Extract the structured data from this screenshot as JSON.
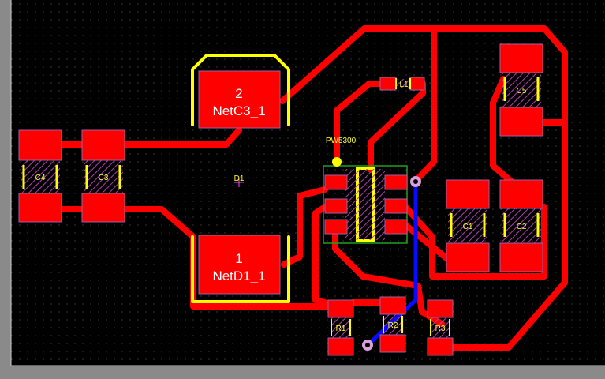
{
  "colors": {
    "background": "#000000",
    "frame": "#8a8a8a",
    "copper_top": "#ff0000",
    "copper_bottom": "#0000ff",
    "silkscreen": "#ffff00",
    "pad_outline": "#a060a0",
    "designator": "#ffff33",
    "net_label": "#ffffff",
    "via": "#d8a0d8"
  },
  "pads": {
    "netc3": {
      "number": "2",
      "net": "NetC3_1"
    },
    "netd1": {
      "number": "1",
      "net": "NetD1_1"
    }
  },
  "designators": {
    "c4": "C4",
    "c3": "C3",
    "c5": "C5",
    "c1": "C1",
    "c2": "C2",
    "l1": "L1",
    "d1": "D1",
    "u1": "PW5300",
    "r1": "R1",
    "r2": "R2",
    "r3": "R3"
  }
}
